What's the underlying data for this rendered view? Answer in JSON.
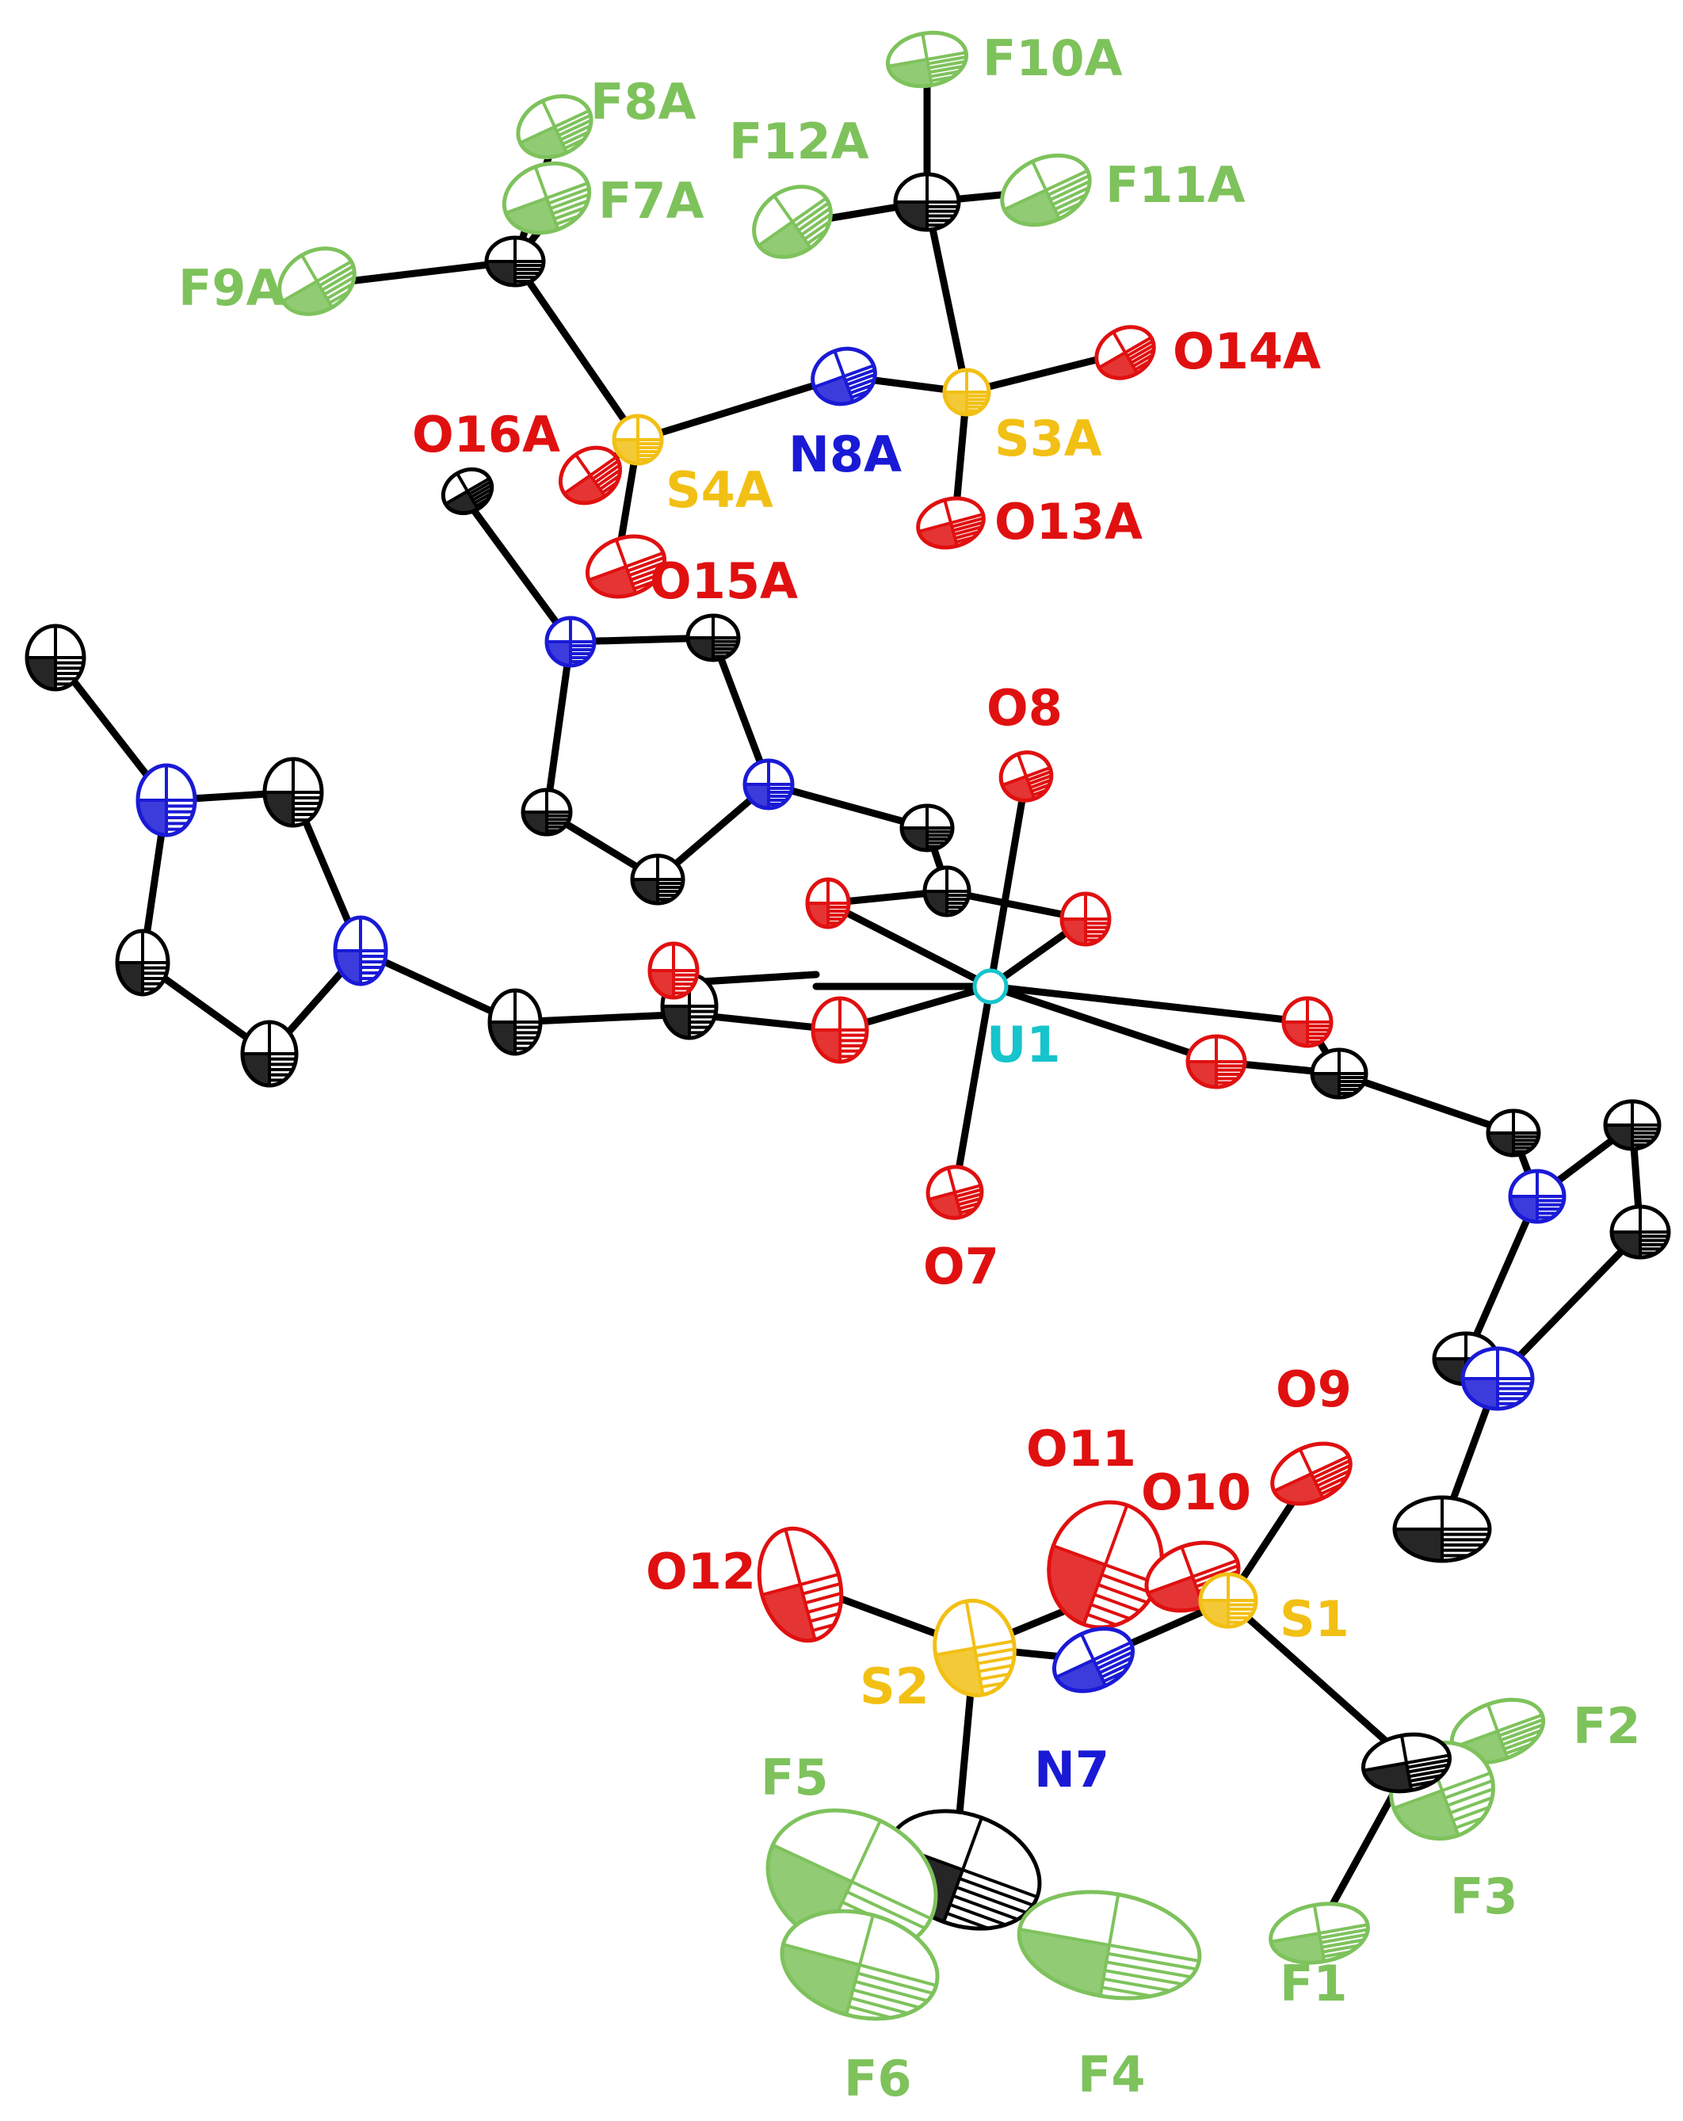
{
  "colors": {
    "C": "#000000",
    "N": "#1a1ad6",
    "O": "#e01010",
    "S": "#f2c014",
    "F": "#7ec25c",
    "U": "#16c4cc"
  },
  "labels": {
    "F8A": "F8A",
    "F7A": "F7A",
    "F9A": "F9A",
    "F10A": "F10A",
    "F12A": "F12A",
    "F11A": "F11A",
    "O14A": "O14A",
    "O16A": "O16A",
    "N8A": "N8A",
    "S3A": "S3A",
    "S4A": "S4A",
    "O13A": "O13A",
    "O15A": "O15A",
    "O8": "O8",
    "U1": "U1",
    "O7": "O7",
    "O9": "O9",
    "O11": "O11",
    "O10": "O10",
    "O12": "O12",
    "S1": "S1",
    "S2": "S2",
    "N7": "N7",
    "F2": "F2",
    "F5": "F5",
    "F3": "F3",
    "F1": "F1",
    "F6": "F6",
    "F4": "F4"
  }
}
